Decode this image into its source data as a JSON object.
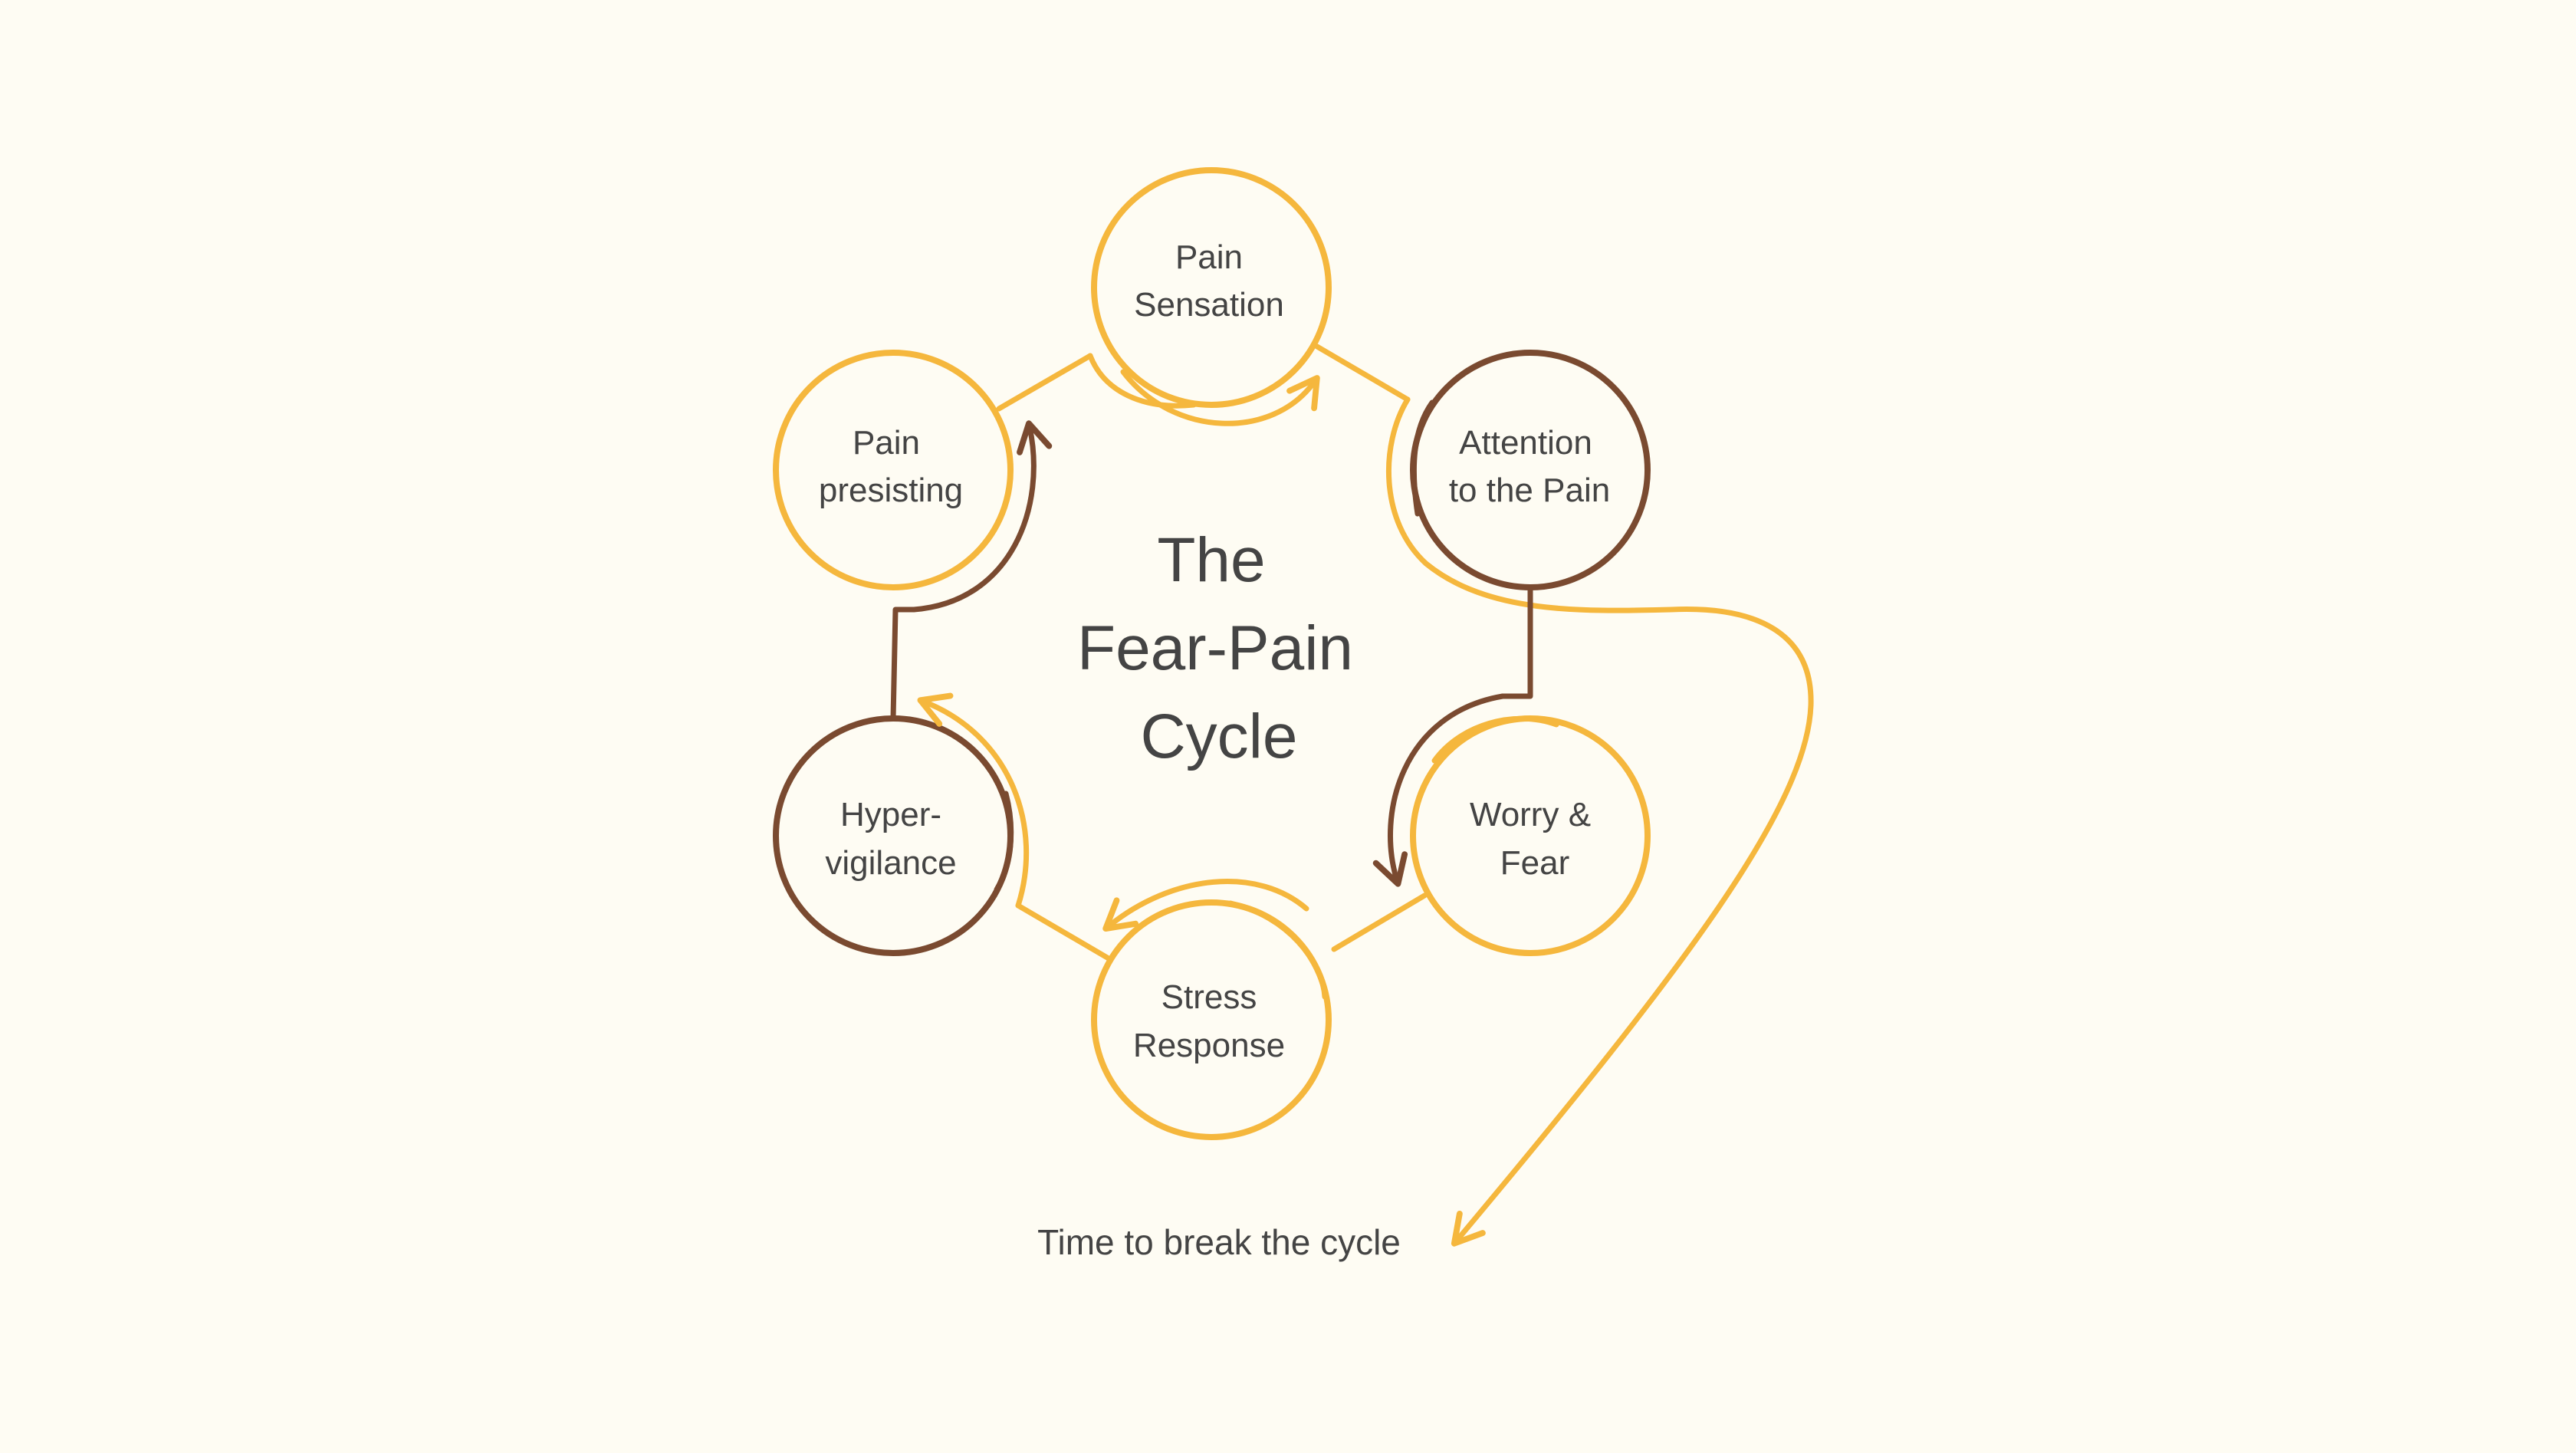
{
  "title": {
    "lines": [
      "The",
      "Fear-Pain",
      "Cycle"
    ]
  },
  "nodes": [
    {
      "id": "pain-sensation",
      "lines": [
        "Pain",
        "Sensation"
      ],
      "color": "#f5b73d"
    },
    {
      "id": "attention-to-the-pain",
      "lines": [
        "Attention",
        "to the Pain"
      ],
      "color": "#7a4a30"
    },
    {
      "id": "worry-and-fear",
      "lines": [
        "Worry &",
        "Fear"
      ],
      "color": "#f5b73d"
    },
    {
      "id": "stress-response",
      "lines": [
        "Stress",
        "Response"
      ],
      "color": "#f5b73d"
    },
    {
      "id": "hypervigilance",
      "lines": [
        "Hyper-",
        "vigilance"
      ],
      "color": "#7a4a30"
    },
    {
      "id": "pain-persisting",
      "lines": [
        "Pain",
        "presisting"
      ],
      "color": "#f5b73d"
    }
  ],
  "footer": {
    "label": "Time to break the cycle"
  },
  "colors": {
    "background": "#fefcf3",
    "accent_yellow": "#f5b73d",
    "accent_brown": "#7a4a30",
    "text": "#444444"
  }
}
